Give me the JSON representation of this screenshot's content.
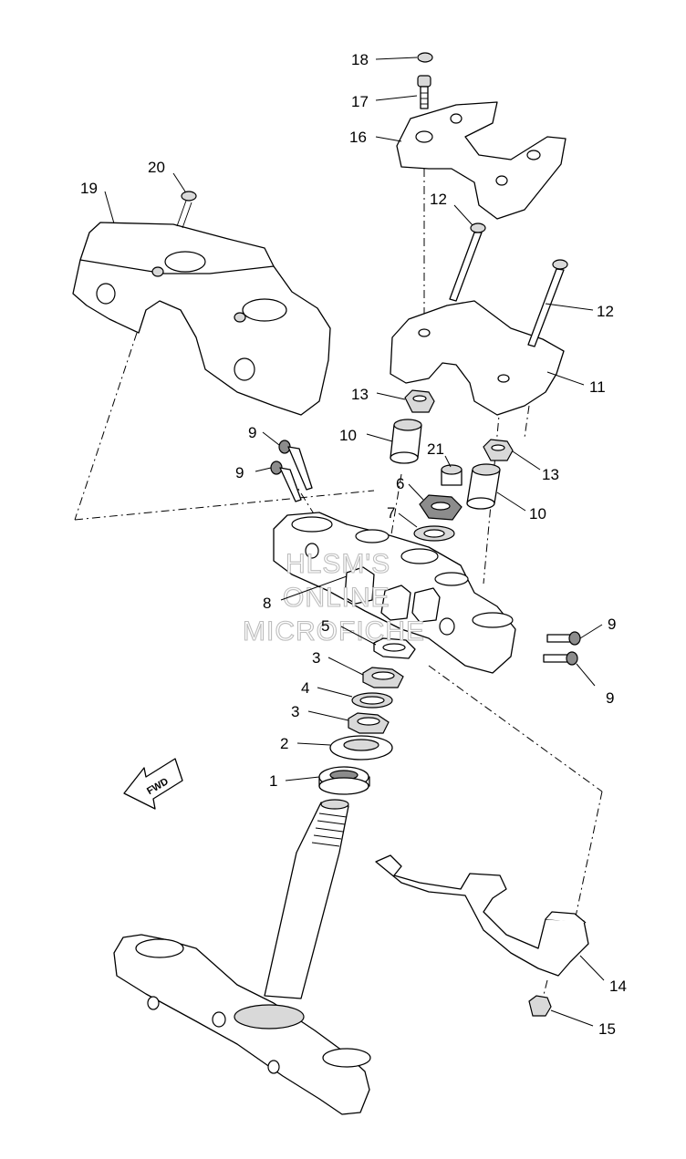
{
  "diagram": {
    "callouts": {
      "c1": "1",
      "c2": "2",
      "c3a": "3",
      "c3b": "3",
      "c4": "4",
      "c5": "5",
      "c6": "6",
      "c7": "7",
      "c8": "8",
      "c9a": "9",
      "c9b": "9",
      "c9c": "9",
      "c9d": "9",
      "c10a": "10",
      "c10b": "10",
      "c11": "11",
      "c12a": "12",
      "c12b": "12",
      "c13a": "13",
      "c13b": "13",
      "c14": "14",
      "c15": "15",
      "c16": "16",
      "c17": "17",
      "c18": "18",
      "c19": "19",
      "c20": "20",
      "c21": "21"
    },
    "fwd_label": "FWD",
    "watermark": {
      "line1": "HLSM'S",
      "line2": "ONLINE",
      "line3": "MICROFICHE"
    }
  }
}
